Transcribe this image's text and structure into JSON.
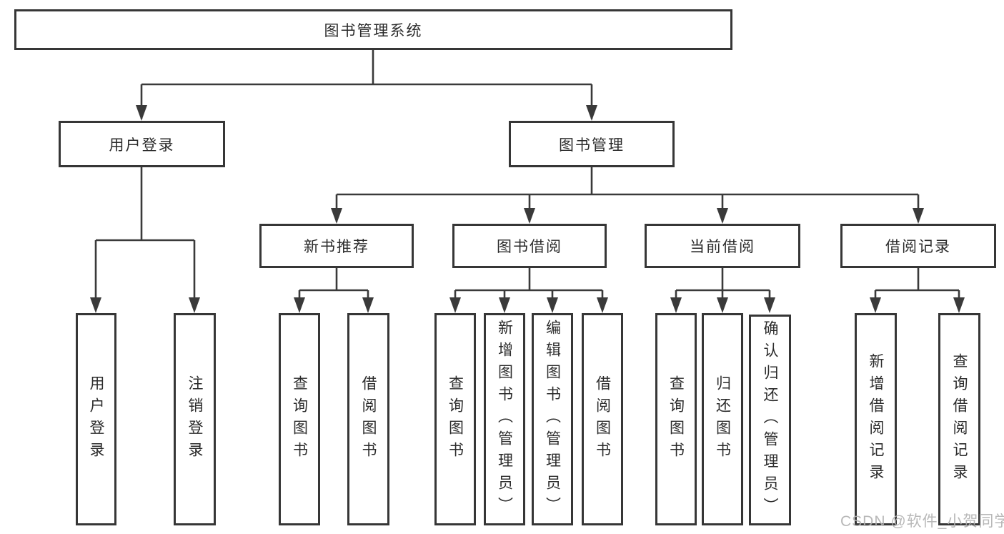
{
  "diagram_type": "hierarchy-flowchart",
  "colors": {
    "background": "#ffffff",
    "line": "#3a3a3a",
    "box_border": "#363636",
    "box_fill": "#ffffff",
    "label_text": "#2b2b2b",
    "watermark_text": "#b2b2b2"
  },
  "tree": {
    "root": {
      "label": "图书管理系统",
      "children": [
        {
          "label": "用户登录",
          "children": [
            {
              "label": "用户登录"
            },
            {
              "label": "注销登录"
            }
          ]
        },
        {
          "label": "图书管理",
          "children": [
            {
              "label": "新书推荐",
              "children": [
                {
                  "label": "查询图书"
                },
                {
                  "label": "借阅图书"
                }
              ]
            },
            {
              "label": "图书借阅",
              "children": [
                {
                  "label": "查询图书"
                },
                {
                  "label": "新增图书（管理员）"
                },
                {
                  "label": "编辑图书（管理员）"
                },
                {
                  "label": "借阅图书"
                }
              ]
            },
            {
              "label": "当前借阅",
              "children": [
                {
                  "label": "查询图书"
                },
                {
                  "label": "归还图书"
                },
                {
                  "label": "确认归还（管理员）"
                }
              ]
            },
            {
              "label": "借阅记录",
              "children": [
                {
                  "label": "新增借阅记录"
                },
                {
                  "label": "查询借阅记录"
                }
              ]
            }
          ]
        }
      ]
    }
  },
  "watermark": {
    "text": "CSDN @软件_小贺同学"
  }
}
